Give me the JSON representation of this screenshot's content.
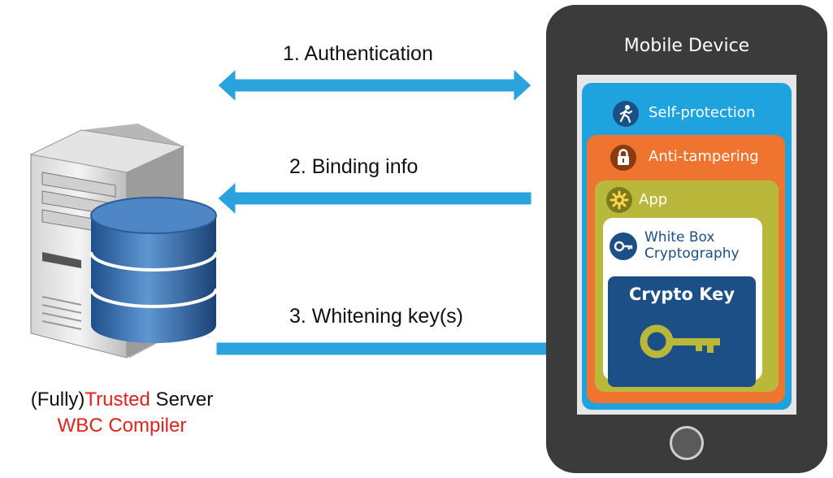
{
  "arrows": {
    "step1": "1. Authentication",
    "step2": "2. Binding info",
    "step3": "3. Whitening key(s)"
  },
  "server": {
    "caption_prefix": "(Fully)",
    "caption_highlight": "Trusted",
    "caption_suffix": " Server",
    "caption_line2": "WBC Compiler"
  },
  "phone": {
    "title": "Mobile Device",
    "layers": {
      "self_protection": "Self-protection",
      "anti_tampering": "Anti-tampering",
      "app": "App",
      "wbc_line1": "White Box",
      "wbc_line2": "Cryptography",
      "crypto_key": "Crypto Key"
    }
  },
  "colors": {
    "arrow": "#2aa3dd",
    "self_protection": "#1fa3df",
    "anti_tampering": "#ef7430",
    "app": "#b9b83a",
    "wbc_bg": "#ffffff",
    "key_box": "#1c4f86",
    "key_icon": "#b9b83a",
    "highlight_text": "#e0221b"
  }
}
